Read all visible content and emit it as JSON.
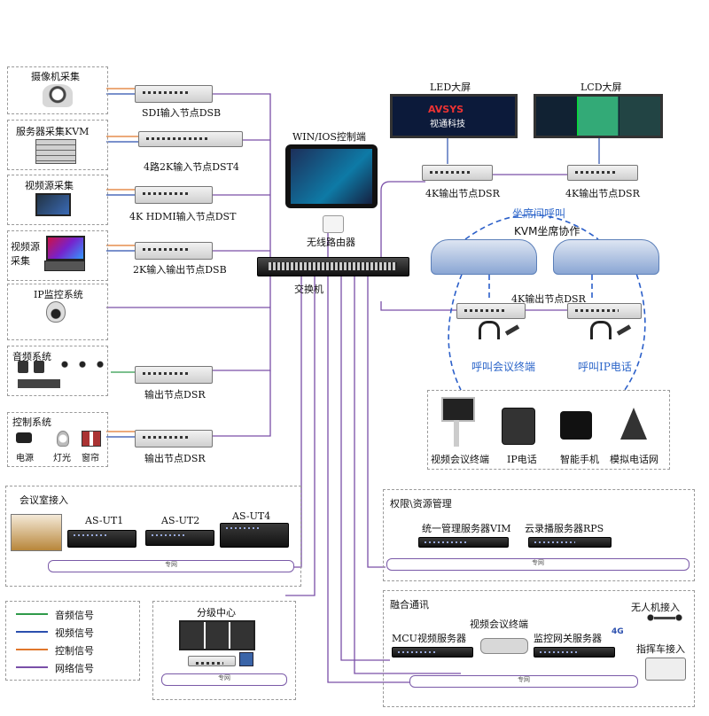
{
  "left_sources": {
    "camera": {
      "title": "摄像机采集",
      "node": "SDI输入节点DSB"
    },
    "kvm": {
      "title": "服务器采集KVM",
      "node": "4路2K输入节点DST4"
    },
    "video_source": {
      "title": "视频源采集",
      "node": "4K HDMI输入节点DST"
    },
    "video_source2": {
      "title_line1": "视频源",
      "title_line2": "采集",
      "node": "2K输入输出节点DSB"
    },
    "ip_monitor": {
      "title": "IP监控系统"
    },
    "audio": {
      "title": "音频系统",
      "node": "输出节点DSR"
    },
    "control": {
      "title": "控制系统",
      "node": "输出节点DSR",
      "items": [
        "电源",
        "灯光",
        "窗帘"
      ]
    }
  },
  "center": {
    "controller": "WIN/IOS控制端",
    "router": "无线路由器",
    "switch": "交换机"
  },
  "right_top": {
    "led": {
      "title": "LED大屏",
      "node": "4K输出节点DSR",
      "brand": "AVSYS",
      "brand_sub": "视通科技"
    },
    "lcd": {
      "title": "LCD大屏",
      "node": "4K输出节点DSR"
    },
    "seat_call": "坐席间呼叫",
    "kvm_seat": "KVM坐席协作",
    "seat_node": "4K输出节点DSR",
    "call_conf": "呼叫会议终端",
    "call_ip": "呼叫IP电话"
  },
  "terminals": {
    "items": [
      "视频会议终端",
      "IP电话",
      "智能手机",
      "模拟电话网"
    ]
  },
  "meeting": {
    "title": "会议室接入",
    "devices": [
      "AS-UT1",
      "AS-UT2",
      "AS-UT4"
    ],
    "pipe": "专网"
  },
  "auth": {
    "title": "权限\\资源管理",
    "vim": "统一管理服务器VIM",
    "rps": "云录播服务器RPS",
    "pipe": "专网"
  },
  "branch": {
    "title": "分级中心",
    "pipe": "专网"
  },
  "fusion": {
    "title": "融合通讯",
    "mcu": "MCU视频服务器",
    "vconf": "视频会议终端",
    "mon": "监控网关服务器",
    "drone": "无人机接入",
    "cmdcar": "指挥车接入",
    "fourg": "4G",
    "pipe": "专网"
  },
  "legend": [
    {
      "label": "音频信号",
      "color": "#2f9a4a"
    },
    {
      "label": "视频信号",
      "color": "#2b4fae"
    },
    {
      "label": "控制信号",
      "color": "#e0772b"
    },
    {
      "label": "网络信号",
      "color": "#7a4fa8"
    }
  ]
}
